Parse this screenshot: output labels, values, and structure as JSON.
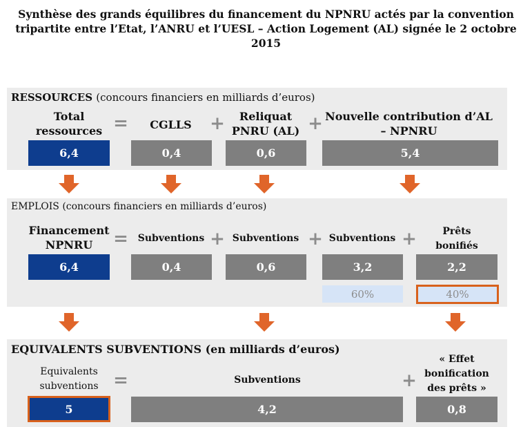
{
  "title_line1": "Synthèse des grands équilibres du financement du NPNRU actés par la convention",
  "title_line2": "tripartite entre l’Etat, l’ANRU et l’UESL – Action Logement (AL) signée le 2 octobre 2015",
  "ressources": {
    "heading": "RESSOURCES",
    "heading_sub": "(concours financiers en milliards d’euros)",
    "labels": [
      "Total ressources",
      "CGLLS",
      "Reliquat PNRU (AL)",
      "Nouvelle contribution d’AL – NPNRU"
    ],
    "values": [
      "6,4",
      "0,4",
      "0,6",
      "5,4"
    ],
    "ops": [
      "=",
      "+",
      "+"
    ]
  },
  "emplois": {
    "heading": "EMPLOIS (concours financiers en milliards d’euros)",
    "labels": [
      "Financement NPNRU",
      "Subventions",
      "Subventions",
      "Subventions",
      "Prêts bonifiés"
    ],
    "values": [
      "6,4",
      "0,4",
      "0,6",
      "3,2",
      "2,2"
    ],
    "ops": [
      "=",
      "+",
      "+",
      "+"
    ],
    "pct": [
      "60%",
      "40%"
    ]
  },
  "equivalents": {
    "heading": "EQUIVALENTS SUBVENTIONS (en milliards d’euros)",
    "labels": [
      "Equivalents subventions",
      "Subventions",
      "« Effet bonification des prêts »"
    ],
    "values": [
      "5",
      "4,2",
      "0,8"
    ],
    "ops": [
      "=",
      "+"
    ]
  },
  "colors": {
    "blue": "#0e3d8e",
    "grey": "#7f7f7f",
    "orange": "#d8611c",
    "light_blue": "#d6e4f7",
    "panel": "#ececec"
  }
}
